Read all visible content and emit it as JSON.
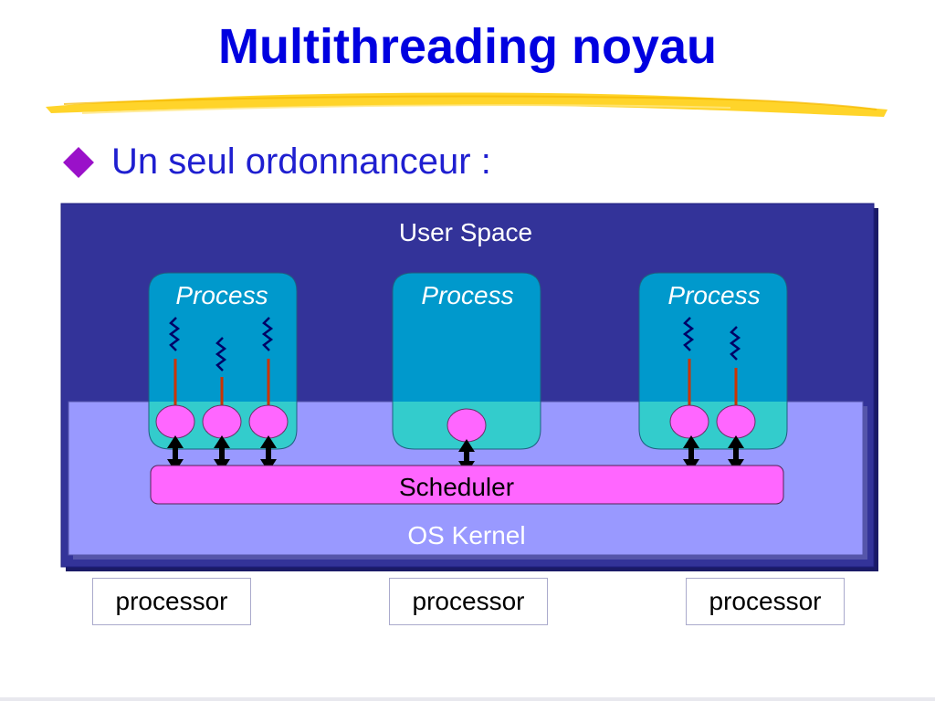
{
  "slide": {
    "title": "Multithreading noyau",
    "bullet": "Un seul ordonnanceur :"
  },
  "diagram": {
    "user_space_label": "User Space",
    "process_label": "Process",
    "scheduler_label": "Scheduler",
    "kernel_label": "OS Kernel",
    "processor_label": "processor",
    "processes": [
      {
        "threads": 3
      },
      {
        "threads": 1
      },
      {
        "threads": 2
      }
    ],
    "processors": 3
  },
  "colors": {
    "title": "#0000e0",
    "user_space": "#333399",
    "kernel": "#9999ff",
    "process": "#0099cc",
    "process_kernel_part": "#33cccc",
    "scheduler": "#ff66ff",
    "thread_circle": "#ff66ff",
    "bullet_diamond": "#9a11c9"
  }
}
